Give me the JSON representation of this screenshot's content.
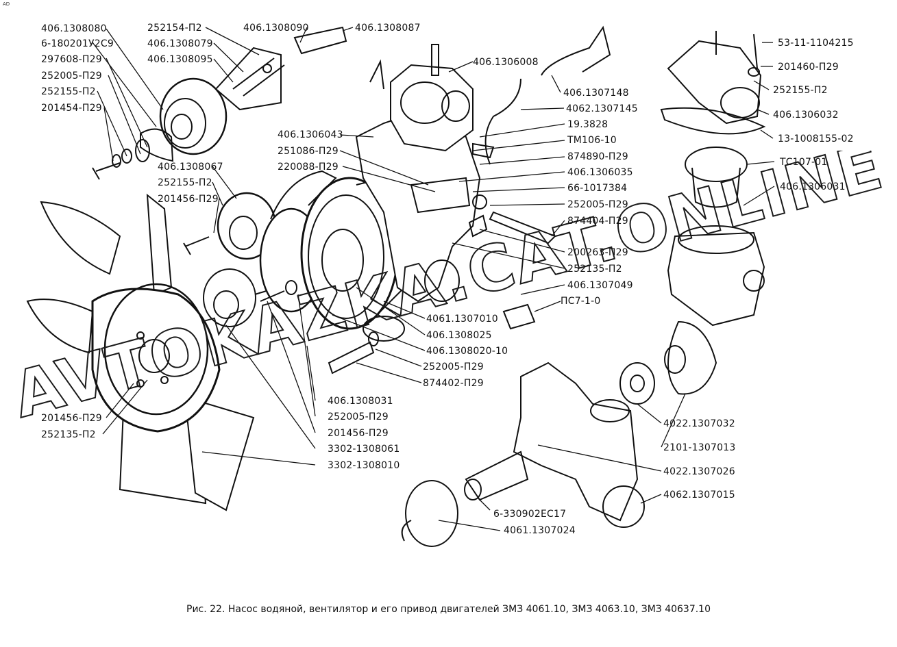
{
  "corner_mark": "AD",
  "caption": "Рис. 22. Насос водяной, вентилятор и его привод двигателей ЗМЗ 4061.10, ЗМЗ 4063.10, ЗМЗ 40637.10",
  "watermark": "AVTOKAZKA.CAT.ONLINE",
  "colors": {
    "ink": "#111111",
    "watermark_stroke": "#1a1a1a"
  },
  "labels": {
    "l01": "406.1308080",
    "l02": "6-180201У2С9",
    "l03": "297608-П29",
    "l04": "252005-П29",
    "l05": "252155-П2",
    "l06": "201454-П29",
    "l07": "252154-П2",
    "l08": "406.1308079",
    "l09": "406.1308095",
    "l10": "406.1308090",
    "l11": "406.1308087",
    "l12": "406.1306008",
    "l13": "406.1307148",
    "l14": "4062.1307145",
    "l15": "406.1306043",
    "l16": "19.3828",
    "l17": "251086-П29",
    "l18": "ТМ106-10",
    "l19": "220088-П29",
    "l20": "874890-П29",
    "l21": "406.1306035",
    "l22": "406.1308067",
    "l23": "66-1017384",
    "l24": "252155-П2",
    "l25": "252005-П29",
    "l26": "201456-П29",
    "l27": "874404-П29",
    "l28": "200263-П29",
    "l29": "252135-П2",
    "l30": "406.1307049",
    "l31": "ПС7-1-0",
    "l32": "4061.1307010",
    "l33": "406.1308025",
    "l34": "406.1308020-10",
    "l35": "252005-П29",
    "l36": "874402-П29",
    "l37": "406.1308031",
    "l38": "252005-П29",
    "l39": "201456-П29",
    "l40": "3302-1308061",
    "l41": "3302-1308010",
    "l42": "201456-П29",
    "l43": "252135-П2",
    "l44": "53-11-1104215",
    "l45": "201460-П29",
    "l46": "252155-П2",
    "l47": "406.1306032",
    "l48": "13-1008155-02",
    "l49": "ТС107-01",
    "l50": "406.1306031",
    "l51": "4022.1307032",
    "l52": "2101-1307013",
    "l53": "4022.1307026",
    "l54": "4062.1307015",
    "l55": "6-330902ЕС17",
    "l56": "4061.1307024"
  }
}
